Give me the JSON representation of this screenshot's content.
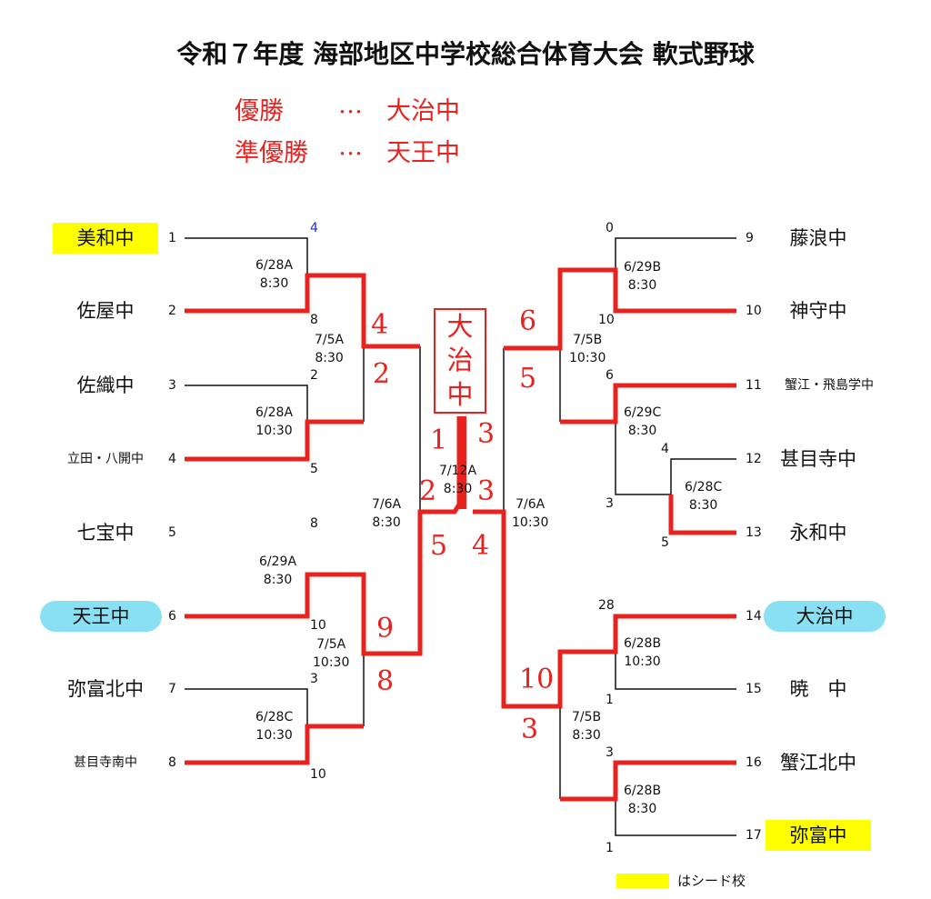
{
  "title": "令和７年度 海部地区中学校総合体育大会 軟式野球",
  "results": {
    "champion_label": "優勝",
    "champion_sep": "…",
    "champion": "大治中",
    "runner_up_label": "準優勝",
    "runner_up_sep": "…",
    "runner_up": "天王中"
  },
  "teams_left": [
    {
      "name": "美和中",
      "seed": "1"
    },
    {
      "name": "佐屋中",
      "seed": "2"
    },
    {
      "name": "佐織中",
      "seed": "3"
    },
    {
      "name": "立田・八開中",
      "seed": "4"
    },
    {
      "name": "七宝中",
      "seed": "5"
    },
    {
      "name": "天王中",
      "seed": "6"
    },
    {
      "name": "弥富北中",
      "seed": "7"
    },
    {
      "name": "甚目寺南中",
      "seed": "8"
    }
  ],
  "teams_right": [
    {
      "name": "藤浪中",
      "seed": "9"
    },
    {
      "name": "神守中",
      "seed": "10"
    },
    {
      "name": "蟹江・飛島学中",
      "seed": "11"
    },
    {
      "name": "甚目寺中",
      "seed": "12"
    },
    {
      "name": "永和中",
      "seed": "13"
    },
    {
      "name": "大治中",
      "seed": "14"
    },
    {
      "name": "暁　中",
      "seed": "15"
    },
    {
      "name": "蟹江北中",
      "seed": "16"
    },
    {
      "name": "弥富中",
      "seed": "17"
    }
  ],
  "schedules": {
    "l1": "6/28A\n8:30",
    "l2": "6/28A\n10:30",
    "l3": "6/29A\n8:30",
    "l4": "6/28C\n10:30",
    "l5": "7/5A\n8:30",
    "l6": "7/5A\n10:30",
    "l7": "7/6A\n8:30",
    "final": "7/12A\n8:30",
    "r1": "6/29B\n8:30",
    "r2": "6/29C\n8:30",
    "r3": "6/28C\n8:30",
    "r4": "6/28B\n10:30",
    "r5": "6/28B\n8:30",
    "r6": "7/5B\n10:30",
    "r7": "7/5B\n8:30",
    "r8": "7/6A\n10:30"
  },
  "scores": {
    "l1a": "4",
    "l1b": "8",
    "l2a": "2",
    "l2b": "5",
    "l3a": "8",
    "l3b": "10",
    "l4a": "3",
    "l4b": "10",
    "r1a": "0",
    "r1b": "10",
    "r2a": "6",
    "r2b": "3",
    "r3a": "4",
    "r3b": "5",
    "r4a": "28",
    "r4b": "1",
    "r5a": "3",
    "r5b": "1"
  },
  "hand_scores": {
    "l5a": "4",
    "l5b": "2",
    "l6a": "9",
    "l6b": "8",
    "l7a": "1",
    "l7b": "2",
    "l7c": "5",
    "r6a": "6",
    "r6b": "5",
    "r7a": "10",
    "r7b": "3",
    "r8a": "3",
    "r8b": "3",
    "r8c": "4"
  },
  "winner_box": [
    "大",
    "治",
    "中"
  ],
  "legend": "はシード校",
  "colors": {
    "win": "#e8221e",
    "line": "#111111",
    "seed": "#ffff00",
    "highlight": "#8ae0f3",
    "seed_one_score": "#1a2fd6"
  }
}
